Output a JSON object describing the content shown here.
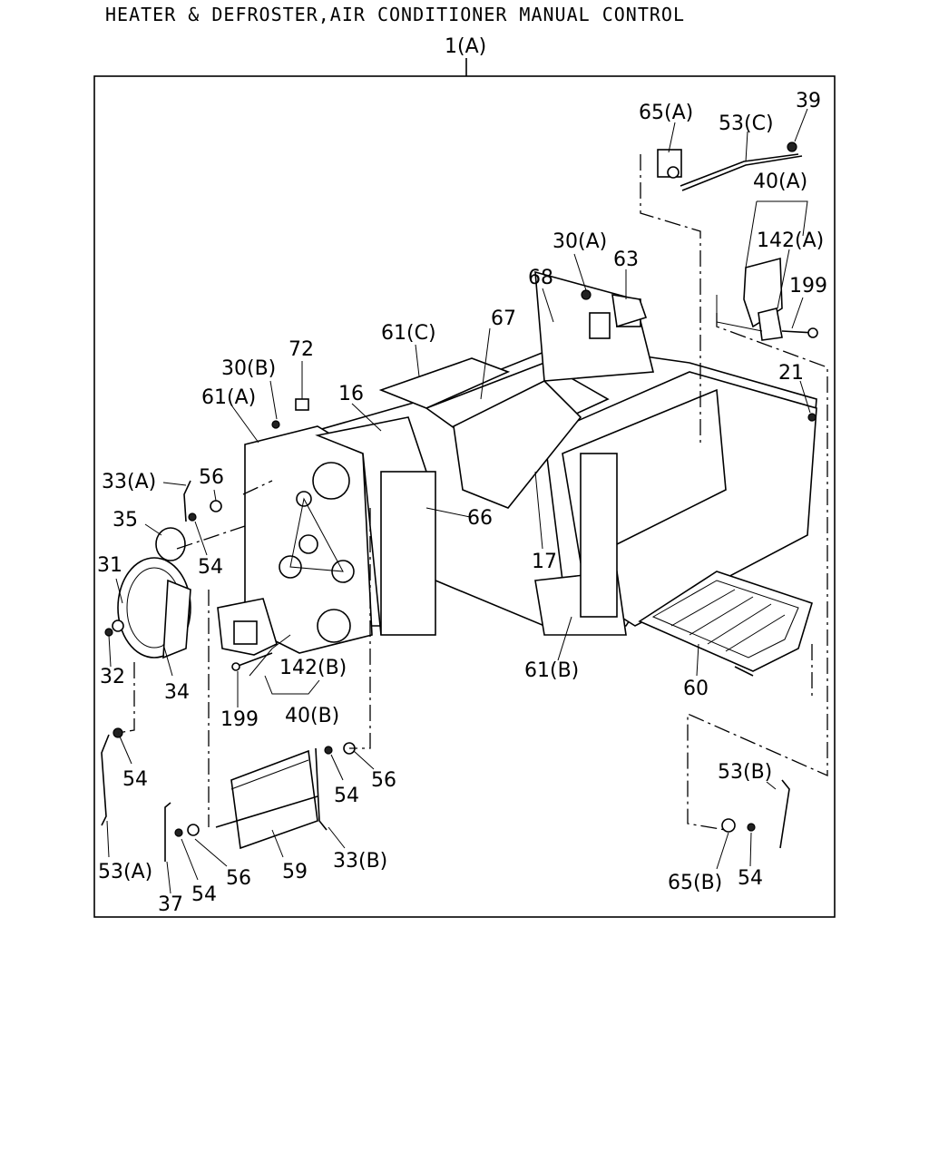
{
  "header": {
    "title": "HEATER & DEFROSTER,AIR CONDITIONER MANUAL CONTROL"
  },
  "assembly_label": "1(A)",
  "callouts": {
    "c65A": "65(A)",
    "c53C": "53(C)",
    "c39": "39",
    "c40A": "40(A)",
    "c142A": "142(A)",
    "c199a": "199",
    "c30A": "30(A)",
    "c63": "63",
    "c68": "68",
    "c67": "67",
    "c61C": "61(C)",
    "c72": "72",
    "c30B": "30(B)",
    "c16": "16",
    "c61A": "61(A)",
    "c21": "21",
    "c33A": "33(A)",
    "c56a": "56",
    "c35": "35",
    "c66": "66",
    "c54a": "54",
    "c31": "31",
    "c17": "17",
    "c32": "32",
    "c34": "34",
    "c142B": "142(B)",
    "c61B": "61(B)",
    "c199b": "199",
    "c40B": "40(B)",
    "c60": "60",
    "c54b": "54",
    "c53B": "53(B)",
    "c56b": "56",
    "c54c": "54",
    "c53A": "53(A)",
    "c56c": "56",
    "c59": "59",
    "c33B": "33(B)",
    "c54d": "54",
    "c37": "37",
    "c65B": "65(B)",
    "c54e": "54"
  }
}
